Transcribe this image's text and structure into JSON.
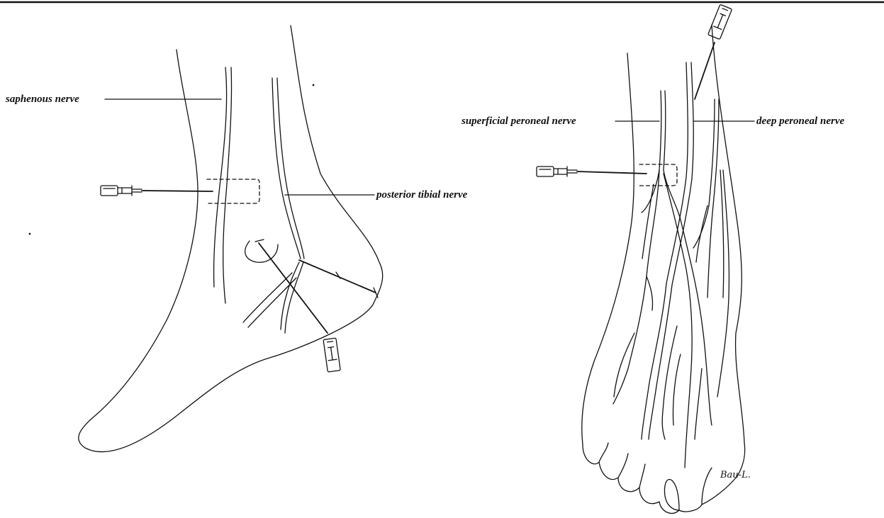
{
  "labels": {
    "saphenous": "saphenous nerve",
    "posterior_tibial": "posterior tibial nerve",
    "superficial_peroneal": "superficial peroneal nerve",
    "deep_peroneal": "deep peroneal nerve"
  },
  "signature": "Bau-L."
}
